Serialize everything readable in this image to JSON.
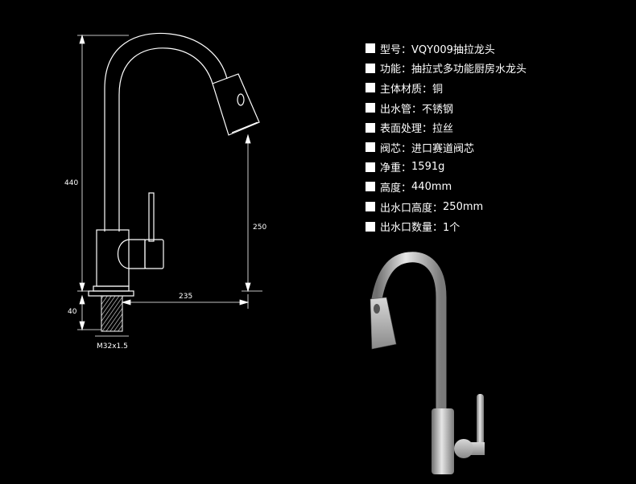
{
  "specs": [
    {
      "label": "型号",
      "value": "VQY009抽拉龙头"
    },
    {
      "label": "功能",
      "value": "抽拉式多功能厨房水龙头"
    },
    {
      "label": "主体材质",
      "value": "铜"
    },
    {
      "label": "出水管",
      "value": "不锈钢"
    },
    {
      "label": "表面处理",
      "value": "拉丝"
    },
    {
      "label": "阀芯",
      "value": "进口赛道阀芯"
    },
    {
      "label": "净重",
      "value": "1591g"
    },
    {
      "label": "高度",
      "value": "440mm"
    },
    {
      "label": "出水口高度",
      "value": "250mm"
    },
    {
      "label": "出水口数量",
      "value": "1个"
    }
  ],
  "drawing": {
    "height_label": "440",
    "spout_height_label": "250",
    "reach_label": "235",
    "base_label": "40",
    "thread_label": "M32x1.5"
  },
  "colors": {
    "background": "#000000",
    "line": "#ffffff",
    "metal": "#b9b9b9"
  }
}
